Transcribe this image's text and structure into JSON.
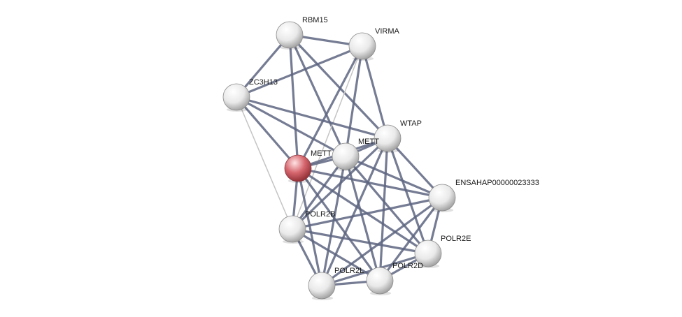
{
  "network": {
    "nodes": [
      {
        "id": "RBM15",
        "label": "RBM15",
        "kind": "normal"
      },
      {
        "id": "VIRMA",
        "label": "VIRMA",
        "kind": "normal"
      },
      {
        "id": "ZC3H13",
        "label": "ZC3H13",
        "kind": "normal"
      },
      {
        "id": "WTAP",
        "label": "WTAP",
        "kind": "normal"
      },
      {
        "id": "METTL14",
        "label": "METT",
        "kind": "normal"
      },
      {
        "id": "METTL3",
        "label": "METT",
        "kind": "query"
      },
      {
        "id": "ENSAHAP00000023333",
        "label": "ENSAHAP00000023333",
        "kind": "normal"
      },
      {
        "id": "POLR2B",
        "label": "POLR2B",
        "kind": "normal"
      },
      {
        "id": "POLR2E",
        "label": "POLR2E",
        "kind": "normal"
      },
      {
        "id": "POLR2D",
        "label": "POLR2D",
        "kind": "normal"
      },
      {
        "id": "POLR2L",
        "label": "POLR2L",
        "kind": "normal"
      }
    ],
    "edges": [
      [
        "RBM15",
        "VIRMA",
        "strong"
      ],
      [
        "RBM15",
        "ZC3H13",
        "strong"
      ],
      [
        "RBM15",
        "WTAP",
        "strong"
      ],
      [
        "RBM15",
        "METTL14",
        "strong"
      ],
      [
        "RBM15",
        "METTL3",
        "strong"
      ],
      [
        "VIRMA",
        "ZC3H13",
        "strong"
      ],
      [
        "VIRMA",
        "WTAP",
        "strong"
      ],
      [
        "VIRMA",
        "METTL14",
        "strong"
      ],
      [
        "VIRMA",
        "METTL3",
        "strong"
      ],
      [
        "VIRMA",
        "POLR2B",
        "weak"
      ],
      [
        "ZC3H13",
        "WTAP",
        "strong"
      ],
      [
        "ZC3H13",
        "METTL14",
        "strong"
      ],
      [
        "ZC3H13",
        "METTL3",
        "strong"
      ],
      [
        "ZC3H13",
        "POLR2B",
        "weak"
      ],
      [
        "WTAP",
        "METTL14",
        "strong"
      ],
      [
        "WTAP",
        "METTL3",
        "strong"
      ],
      [
        "WTAP",
        "ENSAHAP00000023333",
        "strong"
      ],
      [
        "WTAP",
        "POLR2B",
        "strong"
      ],
      [
        "WTAP",
        "POLR2E",
        "strong"
      ],
      [
        "WTAP",
        "POLR2D",
        "strong"
      ],
      [
        "WTAP",
        "POLR2L",
        "strong"
      ],
      [
        "METTL14",
        "METTL3",
        "strong"
      ],
      [
        "METTL14",
        "ENSAHAP00000023333",
        "strong"
      ],
      [
        "METTL14",
        "POLR2B",
        "strong"
      ],
      [
        "METTL14",
        "POLR2E",
        "strong"
      ],
      [
        "METTL14",
        "POLR2D",
        "strong"
      ],
      [
        "METTL14",
        "POLR2L",
        "strong"
      ],
      [
        "METTL3",
        "ENSAHAP00000023333",
        "strong"
      ],
      [
        "METTL3",
        "POLR2B",
        "strong"
      ],
      [
        "METTL3",
        "POLR2E",
        "strong"
      ],
      [
        "METTL3",
        "POLR2D",
        "strong"
      ],
      [
        "METTL3",
        "POLR2L",
        "strong"
      ],
      [
        "ENSAHAP00000023333",
        "POLR2B",
        "strong"
      ],
      [
        "ENSAHAP00000023333",
        "POLR2E",
        "strong"
      ],
      [
        "ENSAHAP00000023333",
        "POLR2D",
        "strong"
      ],
      [
        "ENSAHAP00000023333",
        "POLR2L",
        "strong"
      ],
      [
        "POLR2B",
        "POLR2E",
        "strong"
      ],
      [
        "POLR2B",
        "POLR2D",
        "strong"
      ],
      [
        "POLR2B",
        "POLR2L",
        "strong"
      ],
      [
        "POLR2E",
        "POLR2D",
        "strong"
      ],
      [
        "POLR2E",
        "POLR2L",
        "strong"
      ],
      [
        "POLR2D",
        "POLR2L",
        "strong"
      ]
    ],
    "colors": {
      "edge_strong": "#5d6580",
      "edge_weak": "#c4c4c4",
      "node_normal": "#e6e6e6",
      "node_query": "#d8606a"
    }
  }
}
